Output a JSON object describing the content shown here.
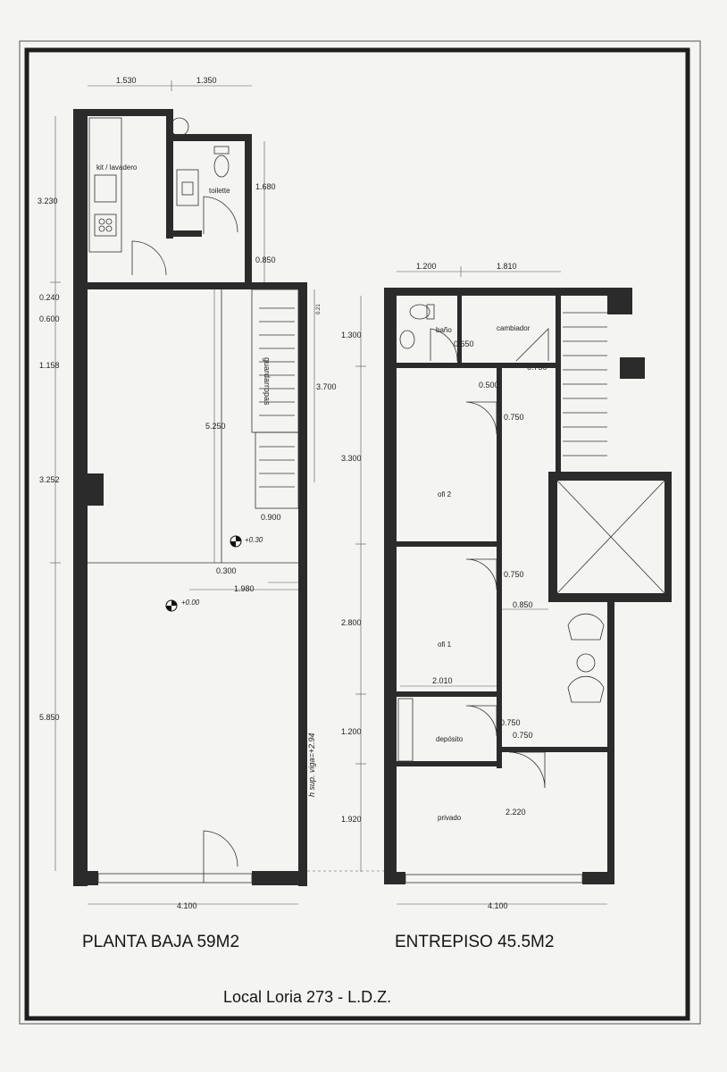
{
  "ground_floor": {
    "caption": "PLANTA BAJA 59M2",
    "rooms": {
      "kitchen": "kit / lavadero",
      "toilet": "toilette",
      "storage": "guardarropas"
    },
    "dims": {
      "top_a": "1.530",
      "top_b": "1.350",
      "left_a": "3.230",
      "left_b": "0.240",
      "left_c": "0.600",
      "left_d": "1.158",
      "left_e": "3.252",
      "left_f": "5.850",
      "toilet_h": "1.680",
      "toilet_gap": "0.850",
      "stair_h": "3.700",
      "stair_small": "0.21",
      "center": "5.250",
      "step_w": "0.900",
      "step_a": "0.300",
      "step_b": "1.980",
      "bottom": "4.100"
    },
    "levels": {
      "upper": "+0.30",
      "base": "+0.00"
    },
    "beam_note": "h sup. viga=+2.94"
  },
  "mezzanine": {
    "caption": "ENTREPISO 45.5M2",
    "rooms": {
      "bath": "baño",
      "changing": "cambiador",
      "office2": "ofi 2",
      "office1": "ofi 1",
      "storage": "depósito",
      "private": "privado"
    },
    "dims": {
      "top_a": "1.200",
      "top_b": "1.810",
      "left_a": "1.300",
      "left_b": "3.300",
      "left_c": "2.800",
      "left_d": "1.200",
      "left_e": "1.920",
      "bath_door": "0.650",
      "chg_door": "0.750",
      "of2_a": "0.500",
      "of2_b": "0.750",
      "of1_door": "0.750",
      "of1_corr": "0.850",
      "of1_w": "2.010",
      "dep_a": "0.750",
      "dep_b": "0.750",
      "priv_w": "2.220",
      "bottom": "4.100"
    }
  },
  "footer": "Local Loria 273 - L.D.Z.",
  "colors": {
    "wall": "#2b2b2b",
    "paper": "#f4f4f2",
    "line": "#333333"
  }
}
